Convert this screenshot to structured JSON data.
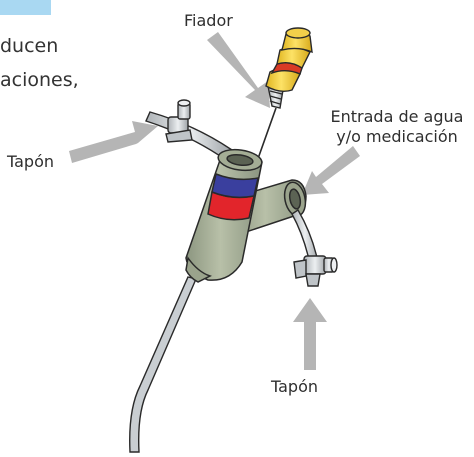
{
  "page": {
    "partial_text_lines": [
      "ducen",
      "aciones,"
    ]
  },
  "labels": {
    "stylet": "Fiador",
    "cap_left": "Tapón",
    "inlet_line1": "Entrada de agua",
    "inlet_line2": "y/o medicación",
    "cap_bottom": "Tapón"
  },
  "colors": {
    "accent_tab": "#a9d8f2",
    "arrow": "#b5b5b5",
    "device_body": "#a4ad95",
    "device_body_shade": "#8c9680",
    "band_blue": "#3a3f9e",
    "band_red": "#e2252b",
    "stylet_yellow": "#f7d230",
    "stylet_red": "#d93a25",
    "metal": "#cfd3d6",
    "outline": "#2a2a2a"
  },
  "icons": {
    "arrows": "gray-pointer-arrow"
  }
}
